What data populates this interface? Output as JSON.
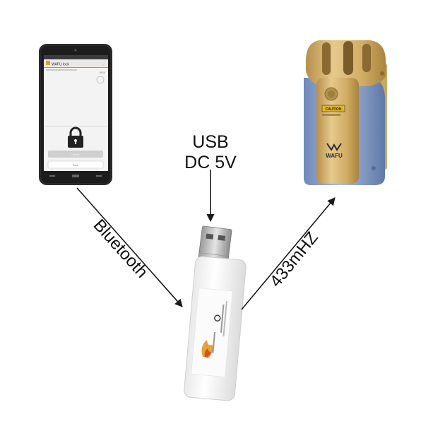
{
  "labels": {
    "usb_line1": "USB",
    "usb_line2": "DC 5V",
    "bluetooth": "Bluetooth",
    "rf": "433mHZ"
  },
  "phone": {
    "app_title": "WAFU lock",
    "status_text": "BIEN",
    "top_button": "Unlock",
    "bottom_button": "Back"
  },
  "lock": {
    "brand": "WAFU",
    "badge": "CAUTION"
  },
  "colors": {
    "arrow": "#1a1a1a",
    "lock_gold": "#d2b06a",
    "lock_blue": "#7f98c4",
    "phone_body": "#2a2a2a"
  }
}
